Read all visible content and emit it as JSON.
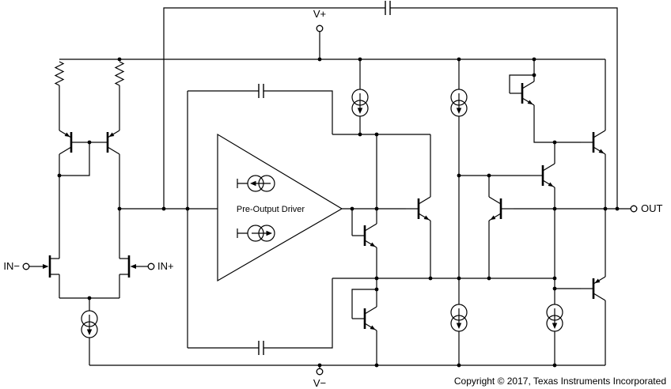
{
  "terminals": {
    "v_plus": "V+",
    "v_minus": "V−",
    "in_minus": "IN−",
    "in_plus": "IN+",
    "out": "OUT"
  },
  "driver_label": "Pre-Output Driver",
  "footer": {
    "copyright": "Copyright © 2017, Texas Instruments Incorporated"
  },
  "colors": {
    "line": "#000000",
    "background": "#ffffff"
  },
  "components": {
    "resistors": 2,
    "capacitors": 3,
    "current_sources": 7,
    "transistors": 12
  }
}
